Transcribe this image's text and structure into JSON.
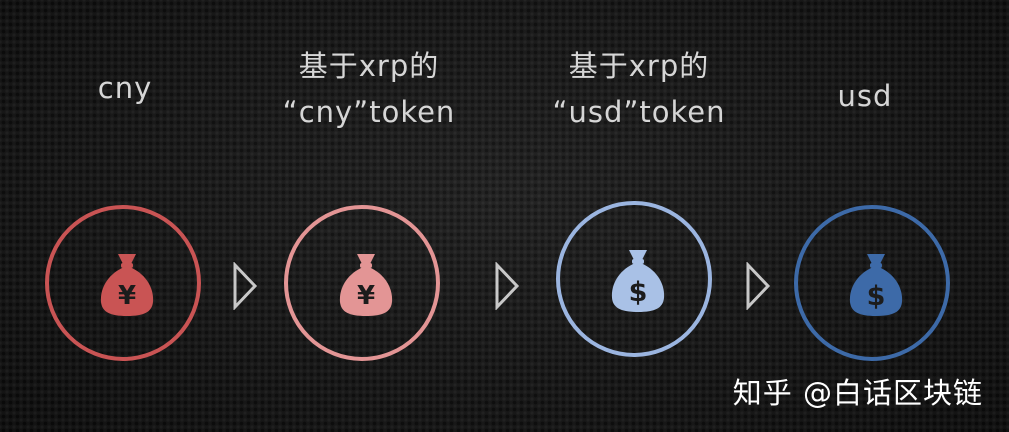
{
  "nodes": [
    {
      "line1": "cny",
      "line2": "",
      "symbol": "¥",
      "color": "#c95454",
      "ring": "#c95454"
    },
    {
      "line1": "基于xrp的",
      "line2": "“cny”token",
      "symbol": "¥",
      "color": "#e39595",
      "ring": "#e39595"
    },
    {
      "line1": "基于xrp的",
      "line2": "“usd”token",
      "symbol": "$",
      "color": "#a9c1e6",
      "ring": "#9bb5e0"
    },
    {
      "line1": "usd",
      "line2": "",
      "symbol": "$",
      "color": "#3d6aa8",
      "ring": "#3d6aa8"
    }
  ],
  "icons": {
    "bag": "money-bag-icon",
    "arrow": "chevron-right-outline-icon"
  },
  "watermark": "知乎 @白话区块链"
}
